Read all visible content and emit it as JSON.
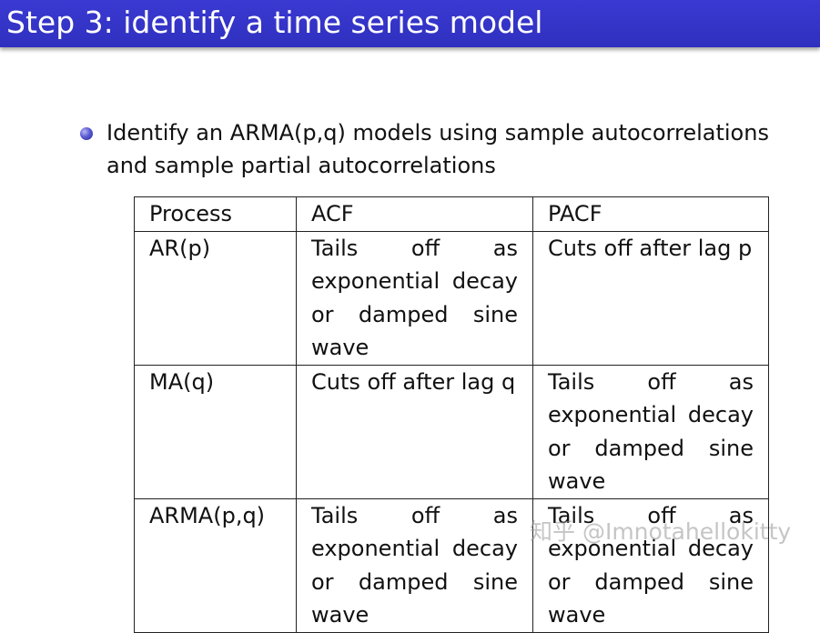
{
  "slide": {
    "title": "Step 3: identify a time series model",
    "bullet": "Identify an ARMA(p,q) models using sample autocorrelations and sample partial autocorrelations"
  },
  "table": {
    "headers": [
      "Process",
      "ACF",
      "PACF"
    ],
    "rows": [
      {
        "process": "AR(p)",
        "acf": "Tails off as exponential decay or damped sine wave",
        "pacf": "Cuts off after lag p"
      },
      {
        "process": "MA(q)",
        "acf": "Cuts off after lag q",
        "pacf": "Tails off as exponential decay or damped sine wave"
      },
      {
        "process": "ARMA(p,q)",
        "acf": "Tails off as exponential decay or damped sine wave",
        "pacf": "Tails off as exponential decay or damped sine wave"
      }
    ]
  },
  "watermark": "知乎 @Imnotahellokitty",
  "colors": {
    "title_bar": "#3333cc",
    "title_text": "#ffffff",
    "bullet": "#4a4ac8"
  }
}
